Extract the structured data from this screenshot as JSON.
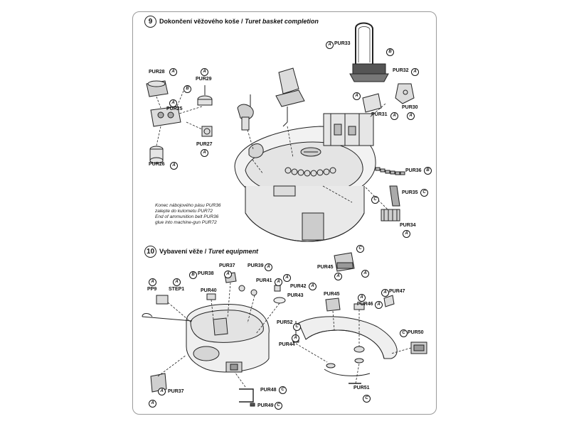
{
  "step9": {
    "number": "9",
    "title_cz": "Dokončení věžového koše",
    "separator": " / ",
    "title_en": "Turet basket completion"
  },
  "step10": {
    "number": "10",
    "title_cz": "Vybavení věže",
    "separator": " / ",
    "title_en": "Turet equipment"
  },
  "note": {
    "line1": "Konec nábojového pásu PUR36",
    "line2": "zalepte do kulometu PUR72",
    "line3": "End of ammunition belt PUR36",
    "line4": "glue into machine-gun PUR72"
  },
  "labels9": {
    "pur28": "PUR28",
    "pur29": "PUR29",
    "pur25": "PUR25",
    "pur27": "PUR27",
    "pur26": "PUR26",
    "pur33": "PUR33",
    "pur32": "PUR32",
    "pur31": "PUR31",
    "pur30": "PUR30",
    "pur36": "PUR36",
    "pur35": "PUR35",
    "pur34": "PUR34"
  },
  "labels10": {
    "pp9": "PP9",
    "step1": "STEP1",
    "pur38": "PUR38",
    "pur40": "PUR40",
    "pur37a": "PUR37",
    "pur39": "PUR39",
    "pur41": "PUR41",
    "pur42": "PUR42",
    "pur43": "PUR43",
    "pur45a": "PUR45",
    "pur45b": "PUR45",
    "pur46": "PUR46",
    "pur47": "PUR47",
    "pur52": "PUR52",
    "pur44": "PUR44",
    "pur50": "PUR50",
    "pur51": "PUR51",
    "pur48": "PUR48",
    "pur49": "PUR49",
    "pur37b": "PUR37"
  },
  "badges": {
    "a": "A",
    "b": "B",
    "c": "C"
  }
}
